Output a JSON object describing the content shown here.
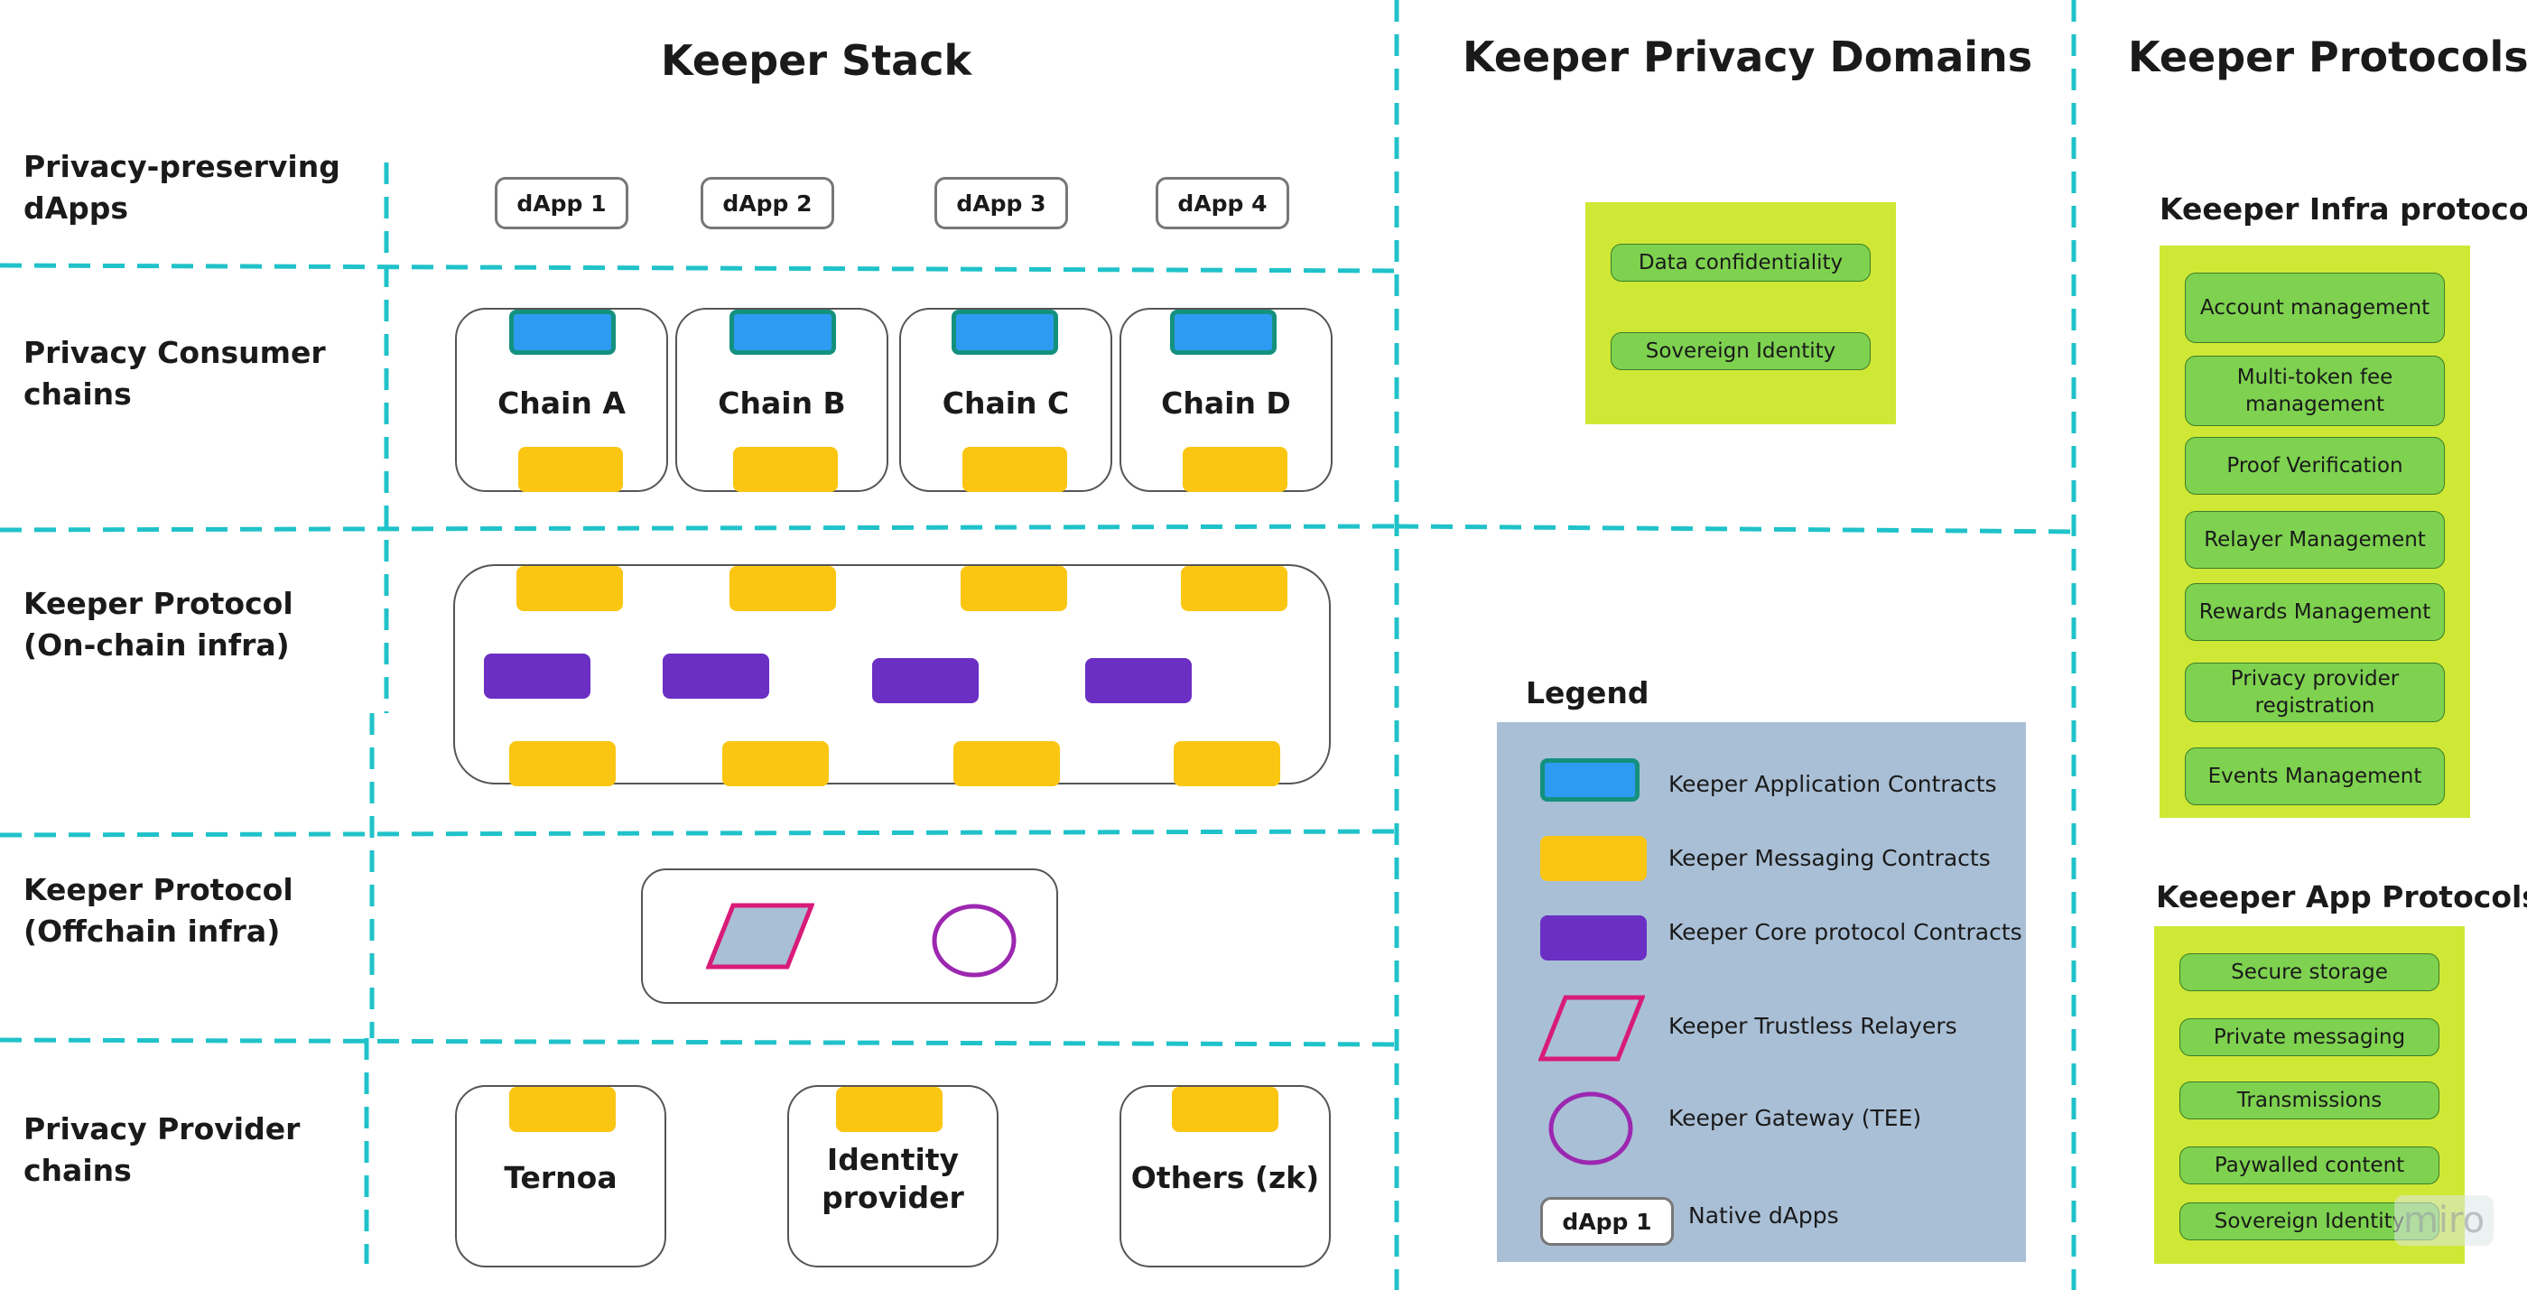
{
  "sections": {
    "stack_title": "Keeper Stack",
    "domains_title": "Keeper Privacy Domains",
    "protocols_title": "Keeper Protocols"
  },
  "rows": [
    "Privacy-preserving dApps",
    "Privacy Consumer chains",
    "Keeper Protocol (On-chain infra)",
    "Keeper Protocol (Offchain infra)",
    "Privacy Provider chains"
  ],
  "dapps": [
    "dApp 1",
    "dApp 2",
    "dApp 3",
    "dApp 4"
  ],
  "consumer_chains": [
    "Chain A",
    "Chain B",
    "Chain C",
    "Chain D"
  ],
  "provider_chains": [
    "Ternoa",
    "Identity provider",
    "Others (zk)"
  ],
  "privacy_domains": [
    "Data confidentiality",
    "Sovereign Identity"
  ],
  "infra_protocols": {
    "title": "Keeeper Infra protocols",
    "items": [
      "Account management",
      "Multi-token fee management",
      "Proof Verification",
      "Relayer Management",
      "Rewards Management",
      "Privacy provider registration",
      "Events Management"
    ]
  },
  "app_protocols": {
    "title": "Keeeper App Protocols",
    "items": [
      "Secure storage",
      "Private messaging",
      "Transmissions",
      "Paywalled content",
      "Sovereign Identity"
    ]
  },
  "legend": {
    "title": "Legend",
    "items": [
      "Keeper Application Contracts",
      "Keeper Messaging Contracts",
      "Keeper Core protocol Contracts",
      "Keeper Trustless Relayers",
      "Keeper Gateway (TEE)",
      "Native dApps"
    ],
    "sample_dapp": "dApp 1"
  },
  "watermark": "miro",
  "colors": {
    "divider": "#20c2c9",
    "application": "#2e9bf2",
    "messaging": "#fbc612",
    "core": "#6b2fc4",
    "relayer": "#d81b78",
    "gateway": "#9c27b0",
    "panel": "#cfe835",
    "pill": "#7ed24f",
    "legend_bg": "#a9bfd6"
  }
}
